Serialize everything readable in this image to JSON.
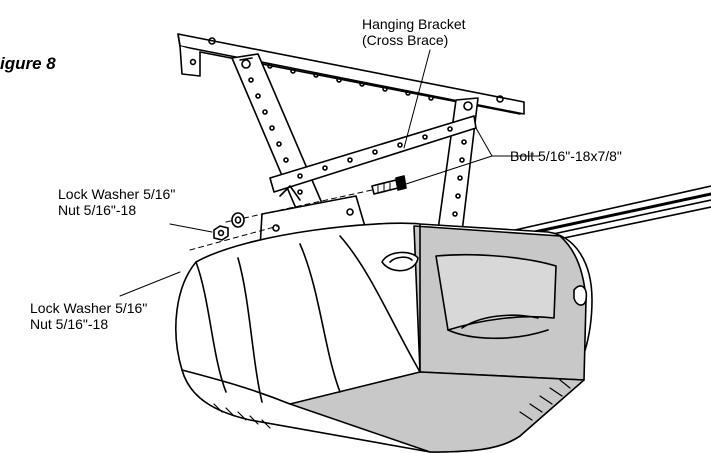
{
  "figure_label": "igure 8",
  "callouts": {
    "hanging_bracket": {
      "line1": "Hanging Bracket",
      "line2": "(Cross Brace)"
    },
    "bolt": "Bolt 5/16\"-18x7/8\"",
    "lock_washer_upper": {
      "line1": "Lock Washer 5/16\"",
      "line2": "Nut 5/16\"-18"
    },
    "lock_washer_lower": {
      "line1": "Lock Washer 5/16\"",
      "line2": "Nut 5/16\"-18"
    }
  },
  "colors": {
    "line": "#000000",
    "panel_gray": "#c8c8c8",
    "background": "#ffffff"
  }
}
